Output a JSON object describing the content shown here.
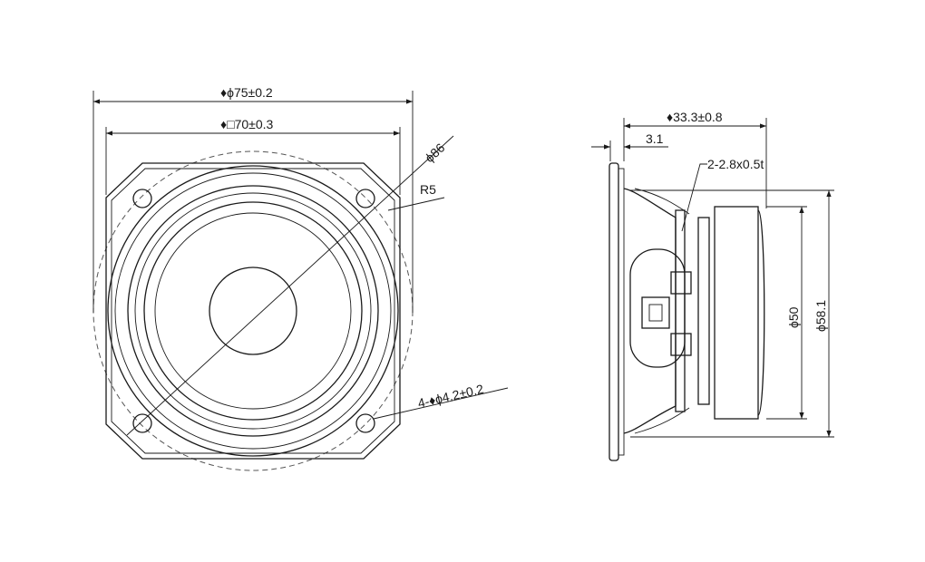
{
  "front_view": {
    "outer_diameter": "♦ϕ75±0.2",
    "square_size": "♦□70±0.3",
    "circle_diameter": "ϕ86",
    "corner_radius": "R5",
    "mounting_holes": "4-♦ϕ4.2±0.2"
  },
  "side_view": {
    "depth": "♦33.3±0.8",
    "flange_thickness": "3.1",
    "terminals": "2-2.8x0.5t",
    "magnet_diameter": "ϕ50",
    "basket_diameter": "ϕ58.1"
  }
}
